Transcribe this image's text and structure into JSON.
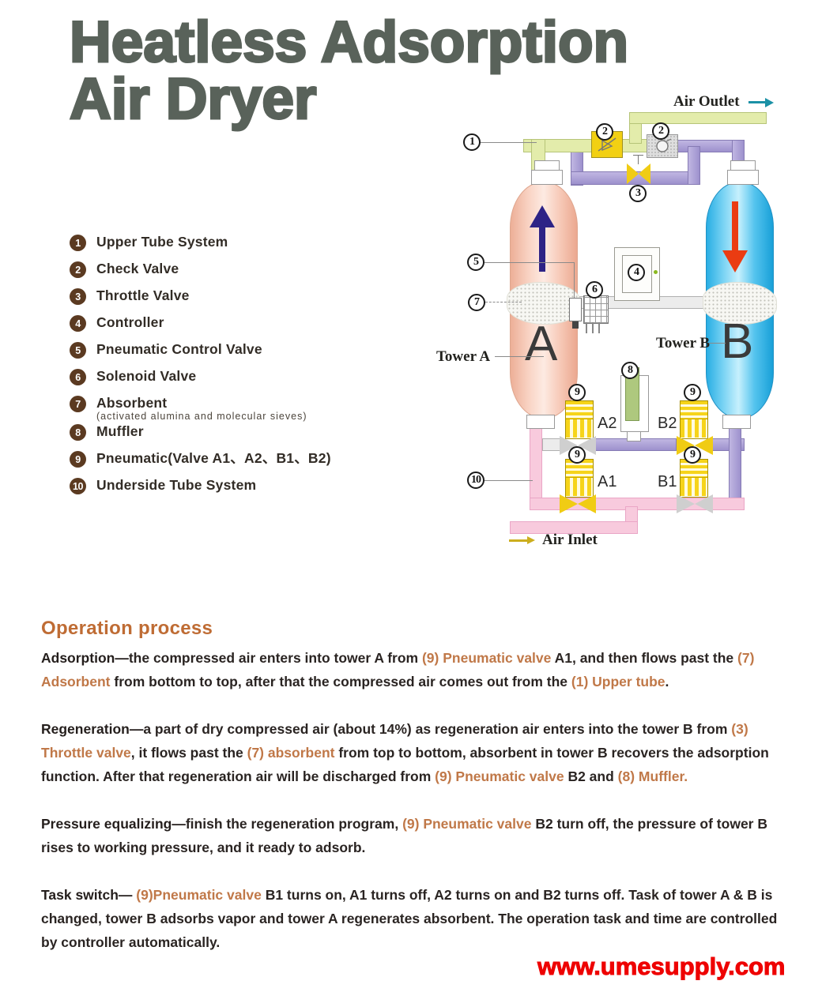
{
  "page": {
    "title_line1": "Heatless Adsorption",
    "title_line2": "Air Dryer",
    "website": "www.umesupply.com"
  },
  "colors": {
    "title": "#59625a",
    "legend_bullet": "#5b3a21",
    "heading_orange": "#bf6c34",
    "highlight_orange": "#c07848",
    "website_red": "#ee0202",
    "pipe_green": "#e3ecab",
    "pipe_purple": "#9d91cd",
    "pipe_pink": "#f8cadd",
    "valve_yellow": "#f2d013",
    "tower_a_pink": "#f7cab8",
    "tower_b_blue": "#55c4ee"
  },
  "legend": {
    "items": [
      {
        "num": "1",
        "label": "Upper Tube System"
      },
      {
        "num": "2",
        "label": "Check Valve"
      },
      {
        "num": "3",
        "label": "Throttle Valve"
      },
      {
        "num": "4",
        "label": "Controller"
      },
      {
        "num": "5",
        "label": "Pneumatic Control Valve"
      },
      {
        "num": "6",
        "label": "Solenoid Valve"
      },
      {
        "num": "7",
        "label": "Absorbent",
        "sub": "(activated alumina and molecular sieves)"
      },
      {
        "num": "8",
        "label": "Muffler"
      },
      {
        "num": "9",
        "label": "Pneumatic(Valve A1、A2、B1、B2)"
      },
      {
        "num": "10",
        "label": "Underside Tube System"
      }
    ]
  },
  "diagram": {
    "air_outlet": "Air Outlet",
    "air_inlet": "Air Inlet",
    "tower_a_label": "Tower A",
    "tower_b_label": "Tower B",
    "tower_a_letter": "A",
    "tower_b_letter": "B",
    "valves": {
      "a1": "A1",
      "a2": "A2",
      "b1": "B1",
      "b2": "B2"
    },
    "callouts": {
      "n1": "1",
      "n2": "2",
      "n3": "3",
      "n4": "4",
      "n5": "5",
      "n6": "6",
      "n7": "7",
      "n8": "8",
      "n9": "9",
      "n10": "10"
    }
  },
  "operation": {
    "heading": "Operation process",
    "paragraphs": [
      {
        "segments": [
          {
            "t": "Adsorption—",
            "b": true
          },
          {
            "t": "the compressed air enters into tower A from "
          },
          {
            "t": "(9) Pneumatic valve ",
            "hl": true
          },
          {
            "t": "A1, and then flows past the "
          },
          {
            "t": "(7) Adsorbent ",
            "hl": true
          },
          {
            "t": "from bottom to top, after that the compressed air comes out from the "
          },
          {
            "t": "(1) Upper tube",
            "hl": true
          },
          {
            "t": "."
          }
        ]
      },
      {
        "segments": [
          {
            "t": "Regeneration—",
            "b": true
          },
          {
            "t": "a part of dry compressed air (about 14%) as regeneration air enters into the tower B from "
          },
          {
            "t": "(3) Throttle valve",
            "hl": true
          },
          {
            "t": ", it flows past the "
          },
          {
            "t": "(7) absorbent ",
            "hl": true
          },
          {
            "t": "from top to bottom, absorbent in tower B recovers the adsorption function. After that regeneration air will be discharged from "
          },
          {
            "t": "(9) Pneumatic valve ",
            "hl": true
          },
          {
            "t": "B2 and "
          },
          {
            "t": "(8) Muffler.",
            "hl": true
          }
        ]
      },
      {
        "segments": [
          {
            "t": "Pressure equalizing—",
            "b": true
          },
          {
            "t": "finish the regeneration program, "
          },
          {
            "t": "(9) Pneumatic valve ",
            "hl": true
          },
          {
            "t": "B2 turn off, the pressure of tower B rises to working pressure, and it ready to adsorb."
          }
        ]
      },
      {
        "segments": [
          {
            "t": "Task switch— ",
            "b": true
          },
          {
            "t": "(9)Pneumatic valve ",
            "hl": true
          },
          {
            "t": "B1 turns on, A1 turns off, A2 turns on and B2 turns off. Task of tower A & B is changed, tower B adsorbs vapor and tower A regenerates absorbent. The operation task and time are controlled by controller automatically."
          }
        ]
      }
    ]
  }
}
